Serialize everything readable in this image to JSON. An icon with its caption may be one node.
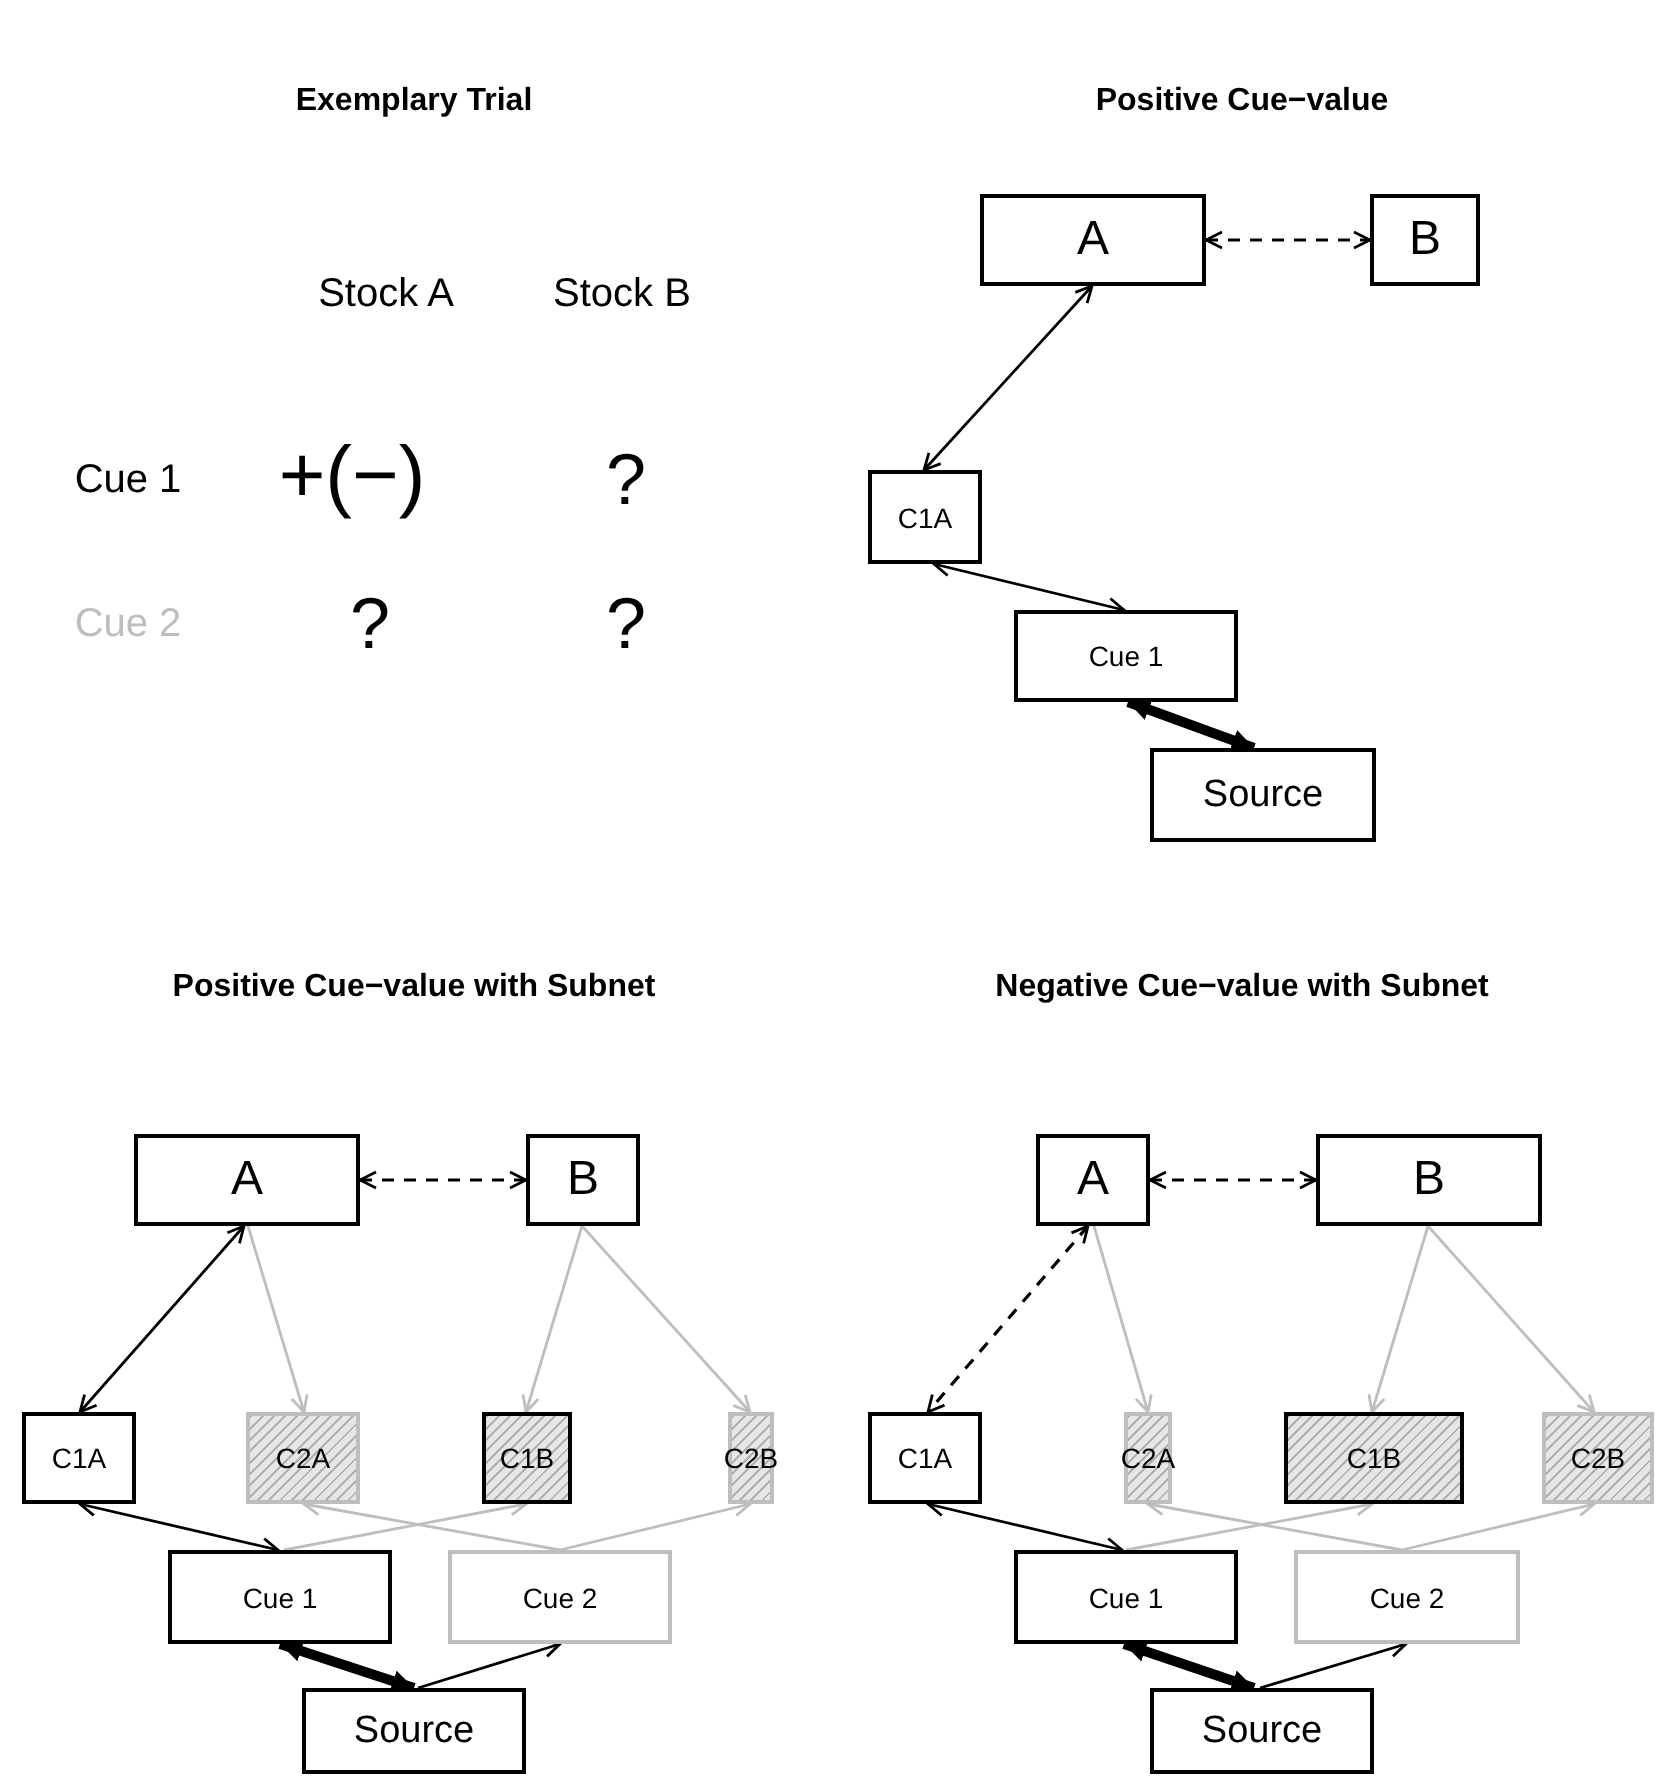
{
  "diagram": {
    "nodes": [
      {
        "text": [
          "A"
        ]
      },
      {
        "text": [
          "B"
        ]
      },
      {
        "text": [
          "C1A"
        ]
      },
      {
        "text": [
          "Cue 1"
        ]
      },
      {
        "text": [
          "Source"
        ]
      },
      {
        "text": [
          "A"
        ]
      },
      {
        "text": [
          "B"
        ]
      },
      {
        "text": [
          "C1A"
        ]
      },
      {
        "text": [
          "C2A"
        ]
      },
      {
        "text": [
          "C1B"
        ]
      },
      {
        "text": [
          "C2B"
        ]
      },
      {
        "text": [
          "Cue 1"
        ]
      },
      {
        "text": [
          "Cue 2"
        ]
      },
      {
        "text": [
          "Source"
        ]
      },
      {
        "text": [
          "A"
        ]
      },
      {
        "text": [
          "B"
        ]
      },
      {
        "text": [
          "C1A"
        ]
      },
      {
        "text": [
          "C2A"
        ]
      },
      {
        "text": [
          "C1B"
        ]
      },
      {
        "text": [
          "C2B"
        ]
      },
      {
        "text": [
          "Cue 1"
        ]
      },
      {
        "text": [
          "Cue 2"
        ]
      },
      {
        "text": [
          "Source"
        ]
      }
    ],
    "edges": [
      {
        "from": 0,
        "to": 1,
        "arrow": "both",
        "style": "dashed"
      },
      {
        "from": 0,
        "to": 2,
        "arrow": "both"
      },
      {
        "from": 2,
        "to": 3,
        "arrow": "both"
      },
      {
        "from": 3,
        "to": 4,
        "arrow": "both",
        "style": "thick"
      },
      {
        "from": 5,
        "to": 6,
        "arrow": "both",
        "style": "dashed"
      },
      {
        "from": 5,
        "to": 7,
        "arrow": "both"
      },
      {
        "from": 5,
        "to": 8,
        "arrow": "to",
        "color": "#bebebe"
      },
      {
        "from": 6,
        "to": 9,
        "arrow": "to",
        "color": "#bebebe"
      },
      {
        "from": 6,
        "to": 10,
        "arrow": "to",
        "color": "#bebebe"
      },
      {
        "from": 7,
        "to": 11,
        "arrow": "both"
      },
      {
        "from": 11,
        "to": 9,
        "arrow": "to",
        "color": "#bebebe"
      },
      {
        "from": 12,
        "to": 8,
        "arrow": "to",
        "color": "#bebebe"
      },
      {
        "from": 12,
        "to": 10,
        "arrow": "to",
        "color": "#bebebe"
      },
      {
        "from": 11,
        "to": 13,
        "arrow": "both",
        "style": "thick"
      },
      {
        "from": 13,
        "to": 12,
        "arrow": "to"
      },
      {
        "from": 14,
        "to": 15,
        "arrow": "both",
        "style": "dashed"
      },
      {
        "from": 14,
        "to": 16,
        "arrow": "both",
        "style": "dashed"
      },
      {
        "from": 14,
        "to": 17,
        "arrow": "to",
        "color": "#bebebe"
      },
      {
        "from": 15,
        "to": 18,
        "arrow": "to",
        "color": "#bebebe"
      },
      {
        "from": 15,
        "to": 19,
        "arrow": "to",
        "color": "#bebebe"
      },
      {
        "from": 16,
        "to": 20,
        "arrow": "both"
      },
      {
        "from": 20,
        "to": 18,
        "arrow": "to",
        "color": "#bebebe"
      },
      {
        "from": 21,
        "to": 17,
        "arrow": "to",
        "color": "#bebebe"
      },
      {
        "from": 21,
        "to": 19,
        "arrow": "to",
        "color": "#bebebe"
      },
      {
        "from": 20,
        "to": 22,
        "arrow": "both",
        "style": "thick"
      },
      {
        "from": 22,
        "to": 21,
        "arrow": "to"
      }
    ],
    "labels": [
      "Exemplary Trial",
      "Positive Cue−value",
      "Stock A",
      "Stock B",
      "Cue 1",
      "+(−)",
      "?",
      "Cue 2",
      "?",
      "?",
      "Positive Cue−value with Subnet",
      "Negative Cue−value with Subnet"
    ]
  }
}
